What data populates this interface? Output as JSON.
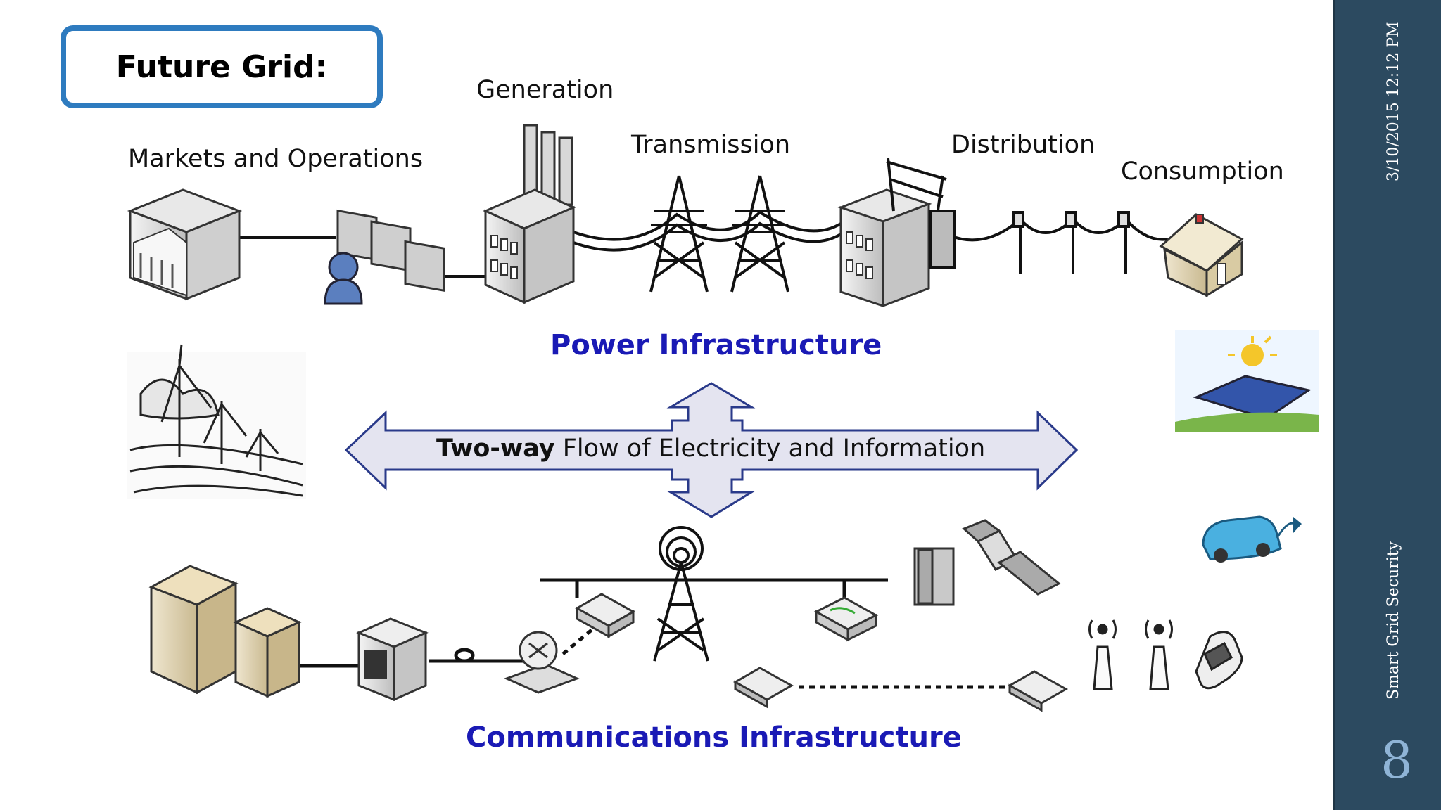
{
  "slide": {
    "title": "Future Grid:",
    "labels": {
      "markets": "Markets and Operations",
      "generation": "Generation",
      "transmission": "Transmission",
      "distribution": "Distribution",
      "consumption": "Consumption"
    },
    "power_infrastructure": "Power Infrastructure",
    "communications_infrastructure": "Communications Infrastructure",
    "flow_bold": "Two-way",
    "flow_rest": " Flow of Electricity and Information"
  },
  "sidebar": {
    "date": "3/10/2015 12:12 PM",
    "footer": "Smart Grid Security",
    "page_number": "8"
  },
  "colors": {
    "sidebar_bg": "#2c4a60",
    "title_border": "#2e7bbf",
    "infra_label": "#1a1ab5",
    "arrow_fill": "#e4e4f0",
    "arrow_stroke": "#2a3a8a"
  }
}
